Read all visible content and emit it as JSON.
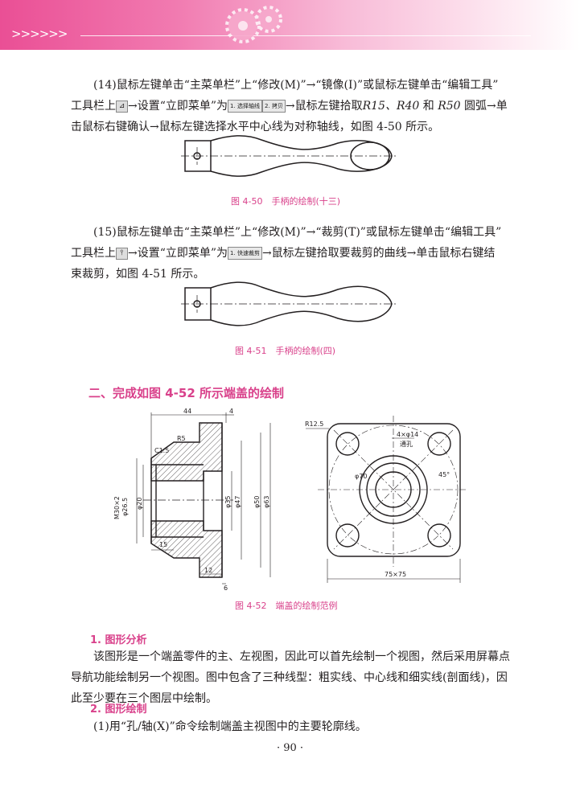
{
  "header": {
    "chevrons": ">>>>>>"
  },
  "p14": {
    "l1": "(14)鼠标左键单击“主菜单栏”上“修改(M)”→“镜像(I)”或鼠标左键单击“编辑工具”",
    "l2a": "工具栏上",
    "l2b": "→设置“立即菜单”为",
    "tb1a": "1. 选择轴线",
    "tb1b": "2. 拷贝",
    "l2c": "→鼠标左键拾取",
    "r15": "R15、",
    "r40": "R40",
    "and": " 和 ",
    "r50": "R50",
    "l2d": " 圆弧→单",
    "l3": "击鼠标右键确认→鼠标左键选择水平中心线为对称轴线，如图 4-50 所示。"
  },
  "fig450": {
    "caption": "图 4-50　手柄的绘制(十三)"
  },
  "p15": {
    "l1": "(15)鼠标左键单击“主菜单栏”上“修改(M)”→“裁剪(T)”或鼠标左键单击“编辑工具”",
    "l2a": "工具栏上",
    "l2b": "→设置“立即菜单”为",
    "tb": "1. 快速裁剪",
    "l2c": "→鼠标左键拾取要裁剪的曲线→单击鼠标右键结",
    "l3": "束裁剪，如图 4-51 所示。"
  },
  "fig451": {
    "caption": "图 4-51　手柄的绘制(四)"
  },
  "section": {
    "title": "二、完成如图 4-52 所示端盖的绘制"
  },
  "fig452": {
    "caption": "图 4-52　端盖的绘制范例",
    "dims": {
      "d44": "44",
      "d4": "4",
      "c15": "C1.5",
      "r5": "R5",
      "thread": "M30×2",
      "phi263": "φ26.5",
      "phi20": "φ20",
      "phi35": "φ35",
      "phi47": "φ47",
      "phi50": "φ50",
      "phi63": "φ63",
      "d15": "15",
      "d12": "12",
      "d6": "6",
      "r125": "R12.5",
      "holes": "4×φ14",
      "thru": "通孔",
      "phi70": "φ70",
      "ang45": "45°",
      "size": "75×75"
    }
  },
  "analysis": {
    "title": "1. 图形分析",
    "l1": "该图形是一个端盖零件的主、左视图，因此可以首先绘制一个视图，然后采用屏幕点",
    "l2": "导航功能绘制另一个视图。图中包含了三种线型：粗实线、中心线和细实线(剖面线)，因",
    "l3": "此至少要在三个图层中绘制。"
  },
  "drawing": {
    "title": "2. 图形绘制",
    "l1": "(1)用“孔/轴(X)”命令绘制端盖主视图中的主要轮廓线。"
  },
  "page": {
    "number": "· 90 ·"
  }
}
